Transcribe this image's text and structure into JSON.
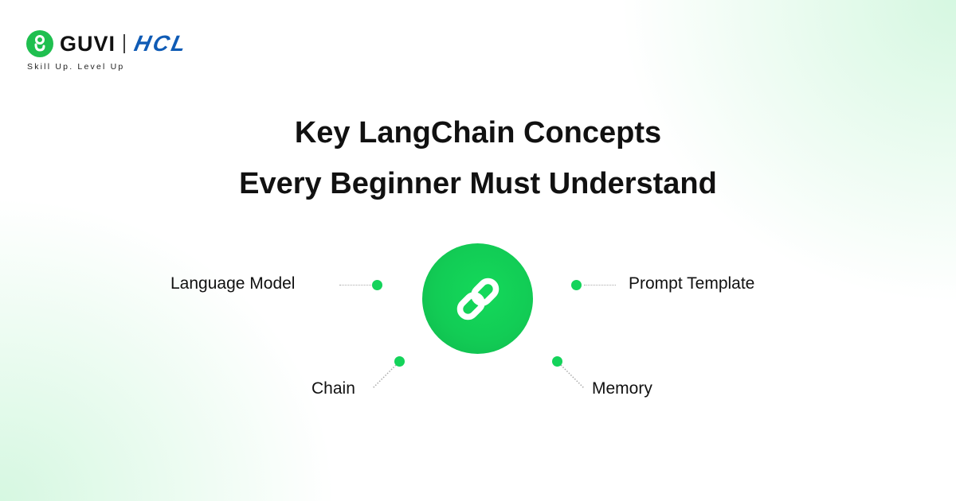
{
  "branding": {
    "guvi_label": "GUVI",
    "guvi_icon": "guvi-logo-icon",
    "partner_label": "HCL",
    "tagline": "Skill Up. Level Up"
  },
  "title": {
    "line1": "Key LangChain Concepts",
    "line2": "Every Beginner Must Understand"
  },
  "diagram": {
    "center_icon": "link-chain-icon",
    "nodes": [
      {
        "label": "Language Model",
        "position": "left"
      },
      {
        "label": "Prompt Template",
        "position": "right"
      },
      {
        "label": "Chain",
        "position": "bottom-left"
      },
      {
        "label": "Memory",
        "position": "bottom-right"
      }
    ]
  },
  "colors": {
    "accent_green": "#14d35a",
    "hcl_blue": "#0f5bb5",
    "text": "#111111"
  }
}
